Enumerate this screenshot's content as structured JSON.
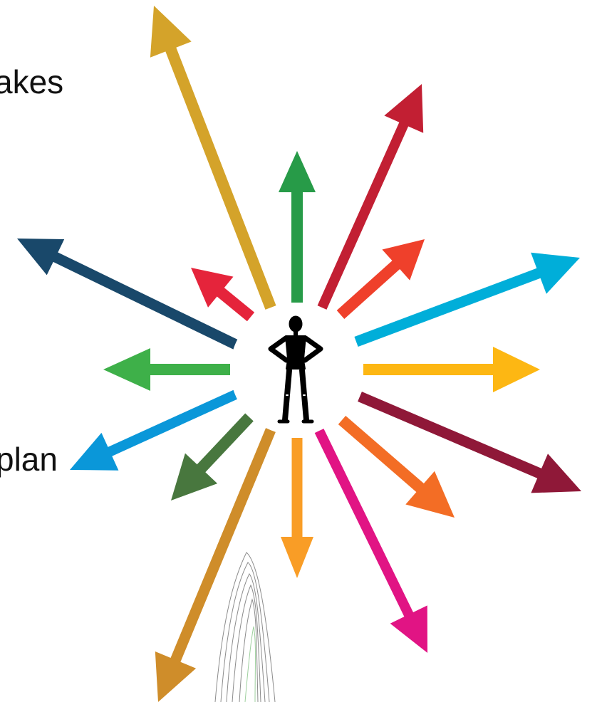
{
  "text_fragments": {
    "top": "akes",
    "middle": "plan"
  },
  "diagram": {
    "center_icon": "standing-person-hands-on-hips-icon",
    "sketch_icon": "contour-sketch-icon",
    "arrows": [
      {
        "id": "arrow-gold-up-left",
        "color": "#D4A32A"
      },
      {
        "id": "arrow-crimson-up-right",
        "color": "#C21F33"
      },
      {
        "id": "arrow-green-up",
        "color": "#279B48"
      },
      {
        "id": "arrow-orange-red-up-right",
        "color": "#EF402B"
      },
      {
        "id": "arrow-cyan-right-up",
        "color": "#00AED9"
      },
      {
        "id": "arrow-yellow-right",
        "color": "#FDB713"
      },
      {
        "id": "arrow-maroon-right-down",
        "color": "#8F1838"
      },
      {
        "id": "arrow-orange-down-right",
        "color": "#F36D25"
      },
      {
        "id": "arrow-magenta-down-right",
        "color": "#E11484"
      },
      {
        "id": "arrow-amber-down",
        "color": "#F99D26"
      },
      {
        "id": "arrow-ochre-down-left",
        "color": "#CF8D2A"
      },
      {
        "id": "arrow-olive-green-down-left",
        "color": "#48773E"
      },
      {
        "id": "arrow-blue-left-down",
        "color": "#0A97D9"
      },
      {
        "id": "arrow-light-green-left",
        "color": "#3EB049"
      },
      {
        "id": "arrow-navy-up-left",
        "color": "#19486A"
      },
      {
        "id": "arrow-red-up-left",
        "color": "#E5243B"
      }
    ]
  }
}
